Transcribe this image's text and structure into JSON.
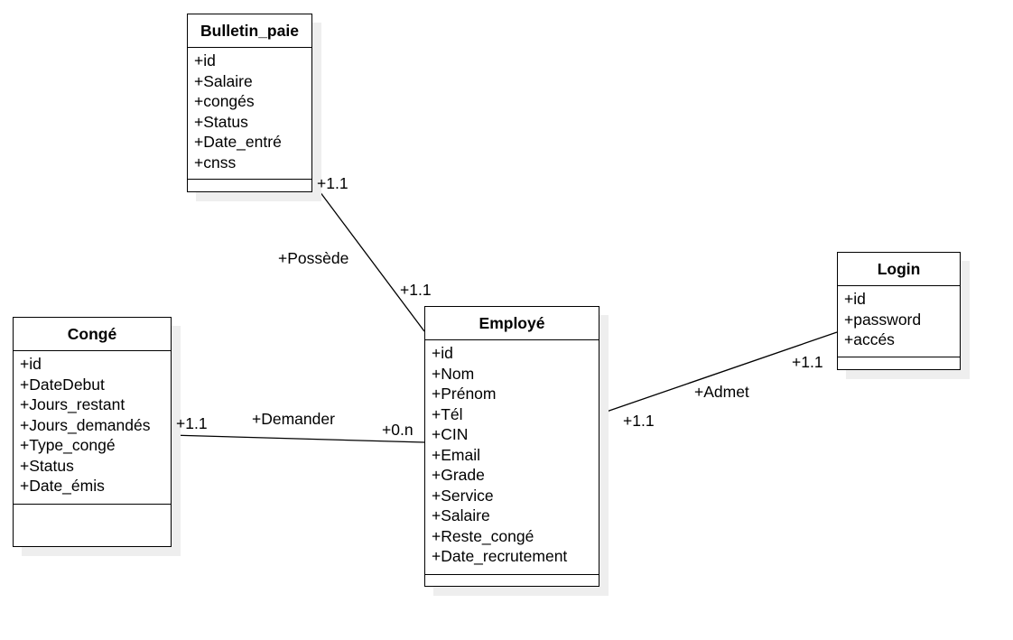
{
  "classes": {
    "bulletin": {
      "name": "Bulletin_paie",
      "attributes": [
        "+id",
        "+Salaire",
        "+congés",
        "+Status",
        "+Date_entré",
        "+cnss"
      ]
    },
    "conge": {
      "name": "Congé",
      "attributes": [
        "+id",
        "+DateDebut",
        "+Jours_restant",
        "+Jours_demandés",
        "+Type_congé",
        "+Status",
        "+Date_émis"
      ]
    },
    "employe": {
      "name": "Employé",
      "attributes": [
        "+id",
        "+Nom",
        "+Prénom",
        "+Tél",
        "+CIN",
        "+Email",
        "+Grade",
        "+Service",
        "+Salaire",
        "+Reste_congé",
        "+Date_recrutement"
      ]
    },
    "login": {
      "name": "Login",
      "attributes": [
        "+id",
        "+password",
        "+accés"
      ]
    }
  },
  "associations": {
    "possede": {
      "name": "+Possède",
      "source_multiplicity": "+1.1",
      "target_multiplicity": "+1.1"
    },
    "demander": {
      "name": "+Demander",
      "source_multiplicity": "+1.1",
      "target_multiplicity": "+0.n"
    },
    "admet": {
      "name": "+Admet",
      "source_multiplicity": "+1.1",
      "target_multiplicity": "+1.1"
    }
  }
}
